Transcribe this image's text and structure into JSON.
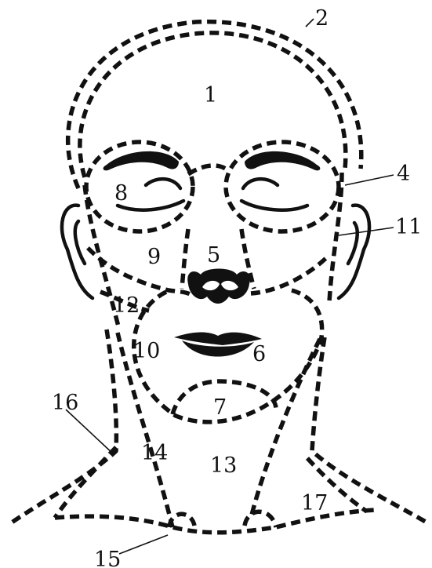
{
  "regions": [
    {
      "id": "scalp",
      "label": "1"
    },
    {
      "id": "scalp-outer",
      "label": "2"
    },
    {
      "id": "temple",
      "label": "4"
    },
    {
      "id": "nose",
      "label": "5"
    },
    {
      "id": "mouth",
      "label": "6"
    },
    {
      "id": "chin",
      "label": "7"
    },
    {
      "id": "eye-right",
      "label": "8"
    },
    {
      "id": "cheek-right",
      "label": "9"
    },
    {
      "id": "jaw-right",
      "label": "10"
    },
    {
      "id": "ear-left",
      "label": "11"
    },
    {
      "id": "preauricular-right",
      "label": "12"
    },
    {
      "id": "neck-front",
      "label": "13"
    },
    {
      "id": "neck-side-right",
      "label": "14"
    },
    {
      "id": "clavicle-notch",
      "label": "15"
    },
    {
      "id": "neck-posterior-right",
      "label": "16"
    },
    {
      "id": "neck-side-left",
      "label": "17"
    }
  ],
  "colors": {
    "ink": "#111111",
    "background": "#ffffff"
  }
}
